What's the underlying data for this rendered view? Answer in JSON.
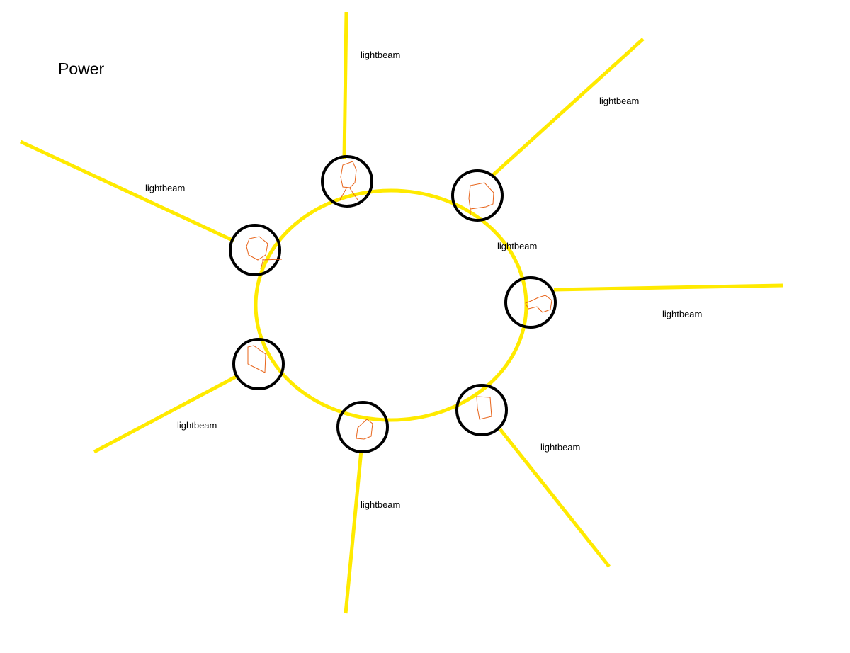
{
  "title": "Power",
  "colors": {
    "beam": "#ffea00",
    "node_outline": "#000000",
    "squiggle": "#e8641a",
    "background": "#ffffff"
  },
  "beam_label": "lightbeam",
  "nodes": [
    {
      "name": "node-top",
      "label": "lightbeam"
    },
    {
      "name": "node-top-right",
      "label": "lightbeam"
    },
    {
      "name": "node-right",
      "label": "lightbeam"
    },
    {
      "name": "node-bottom-right",
      "label": "lightbeam"
    },
    {
      "name": "node-bottom",
      "label": "lightbeam"
    },
    {
      "name": "node-bottom-left",
      "label": "lightbeam"
    },
    {
      "name": "node-left",
      "label": "lightbeam"
    }
  ],
  "ring_label": "lightbeam"
}
